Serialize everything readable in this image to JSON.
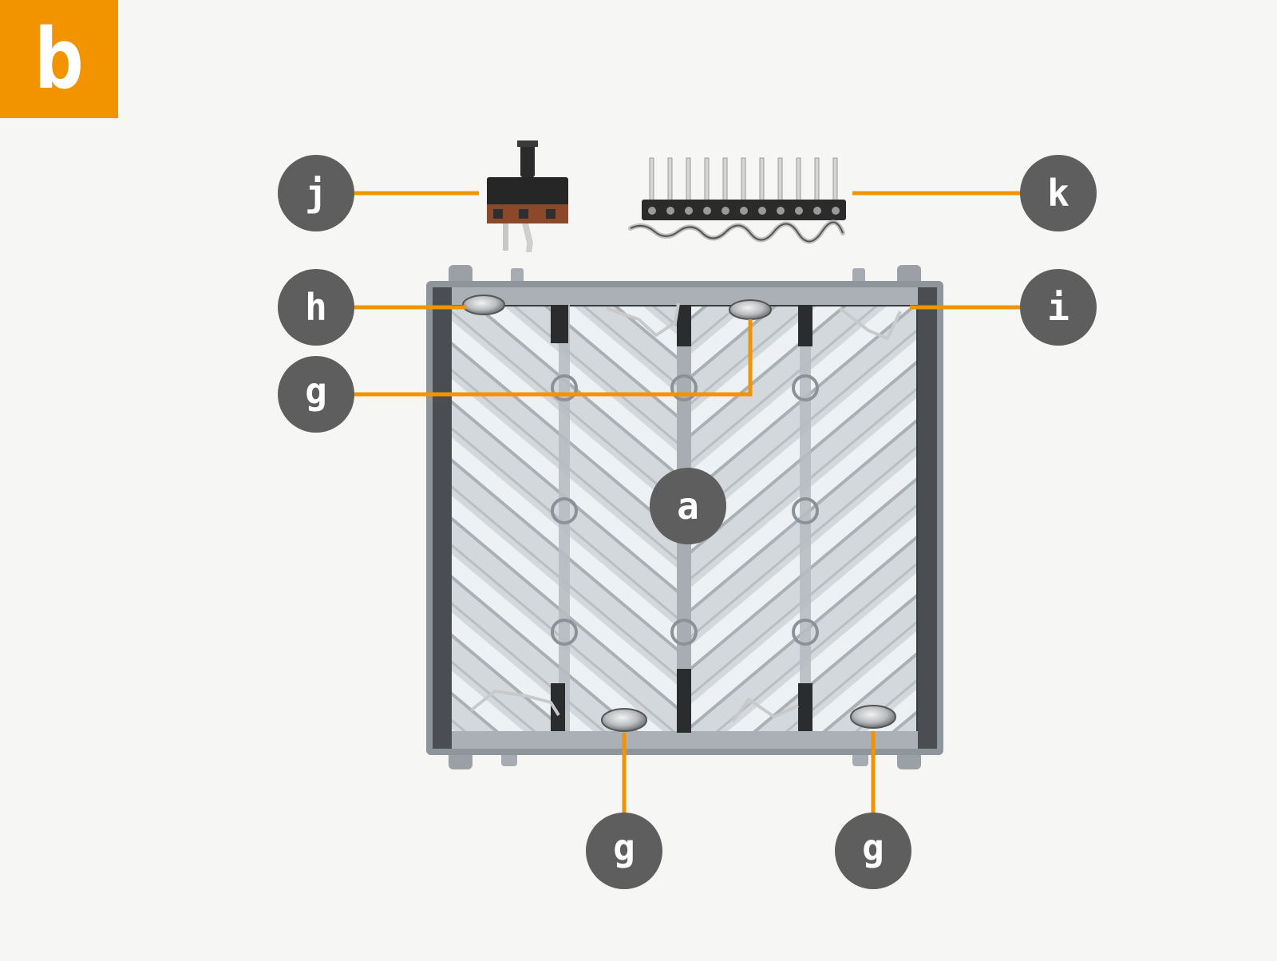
{
  "step": {
    "label": "b"
  },
  "colors": {
    "accent": "#f29400",
    "callout_fill": "#5e5e5e",
    "callout_text": "#ffffff",
    "background": "#f6f6f4"
  },
  "callouts": {
    "j": "j",
    "k": "k",
    "h": "h",
    "i": "i",
    "g_top": "g",
    "a": "a",
    "g_bottom_left": "g",
    "g_bottom_right": "g"
  },
  "icons": [
    "slide-switch-icon",
    "pin-header-icon",
    "battery-holder-icon",
    "spring-contact-icon",
    "button-contact-icon"
  ]
}
